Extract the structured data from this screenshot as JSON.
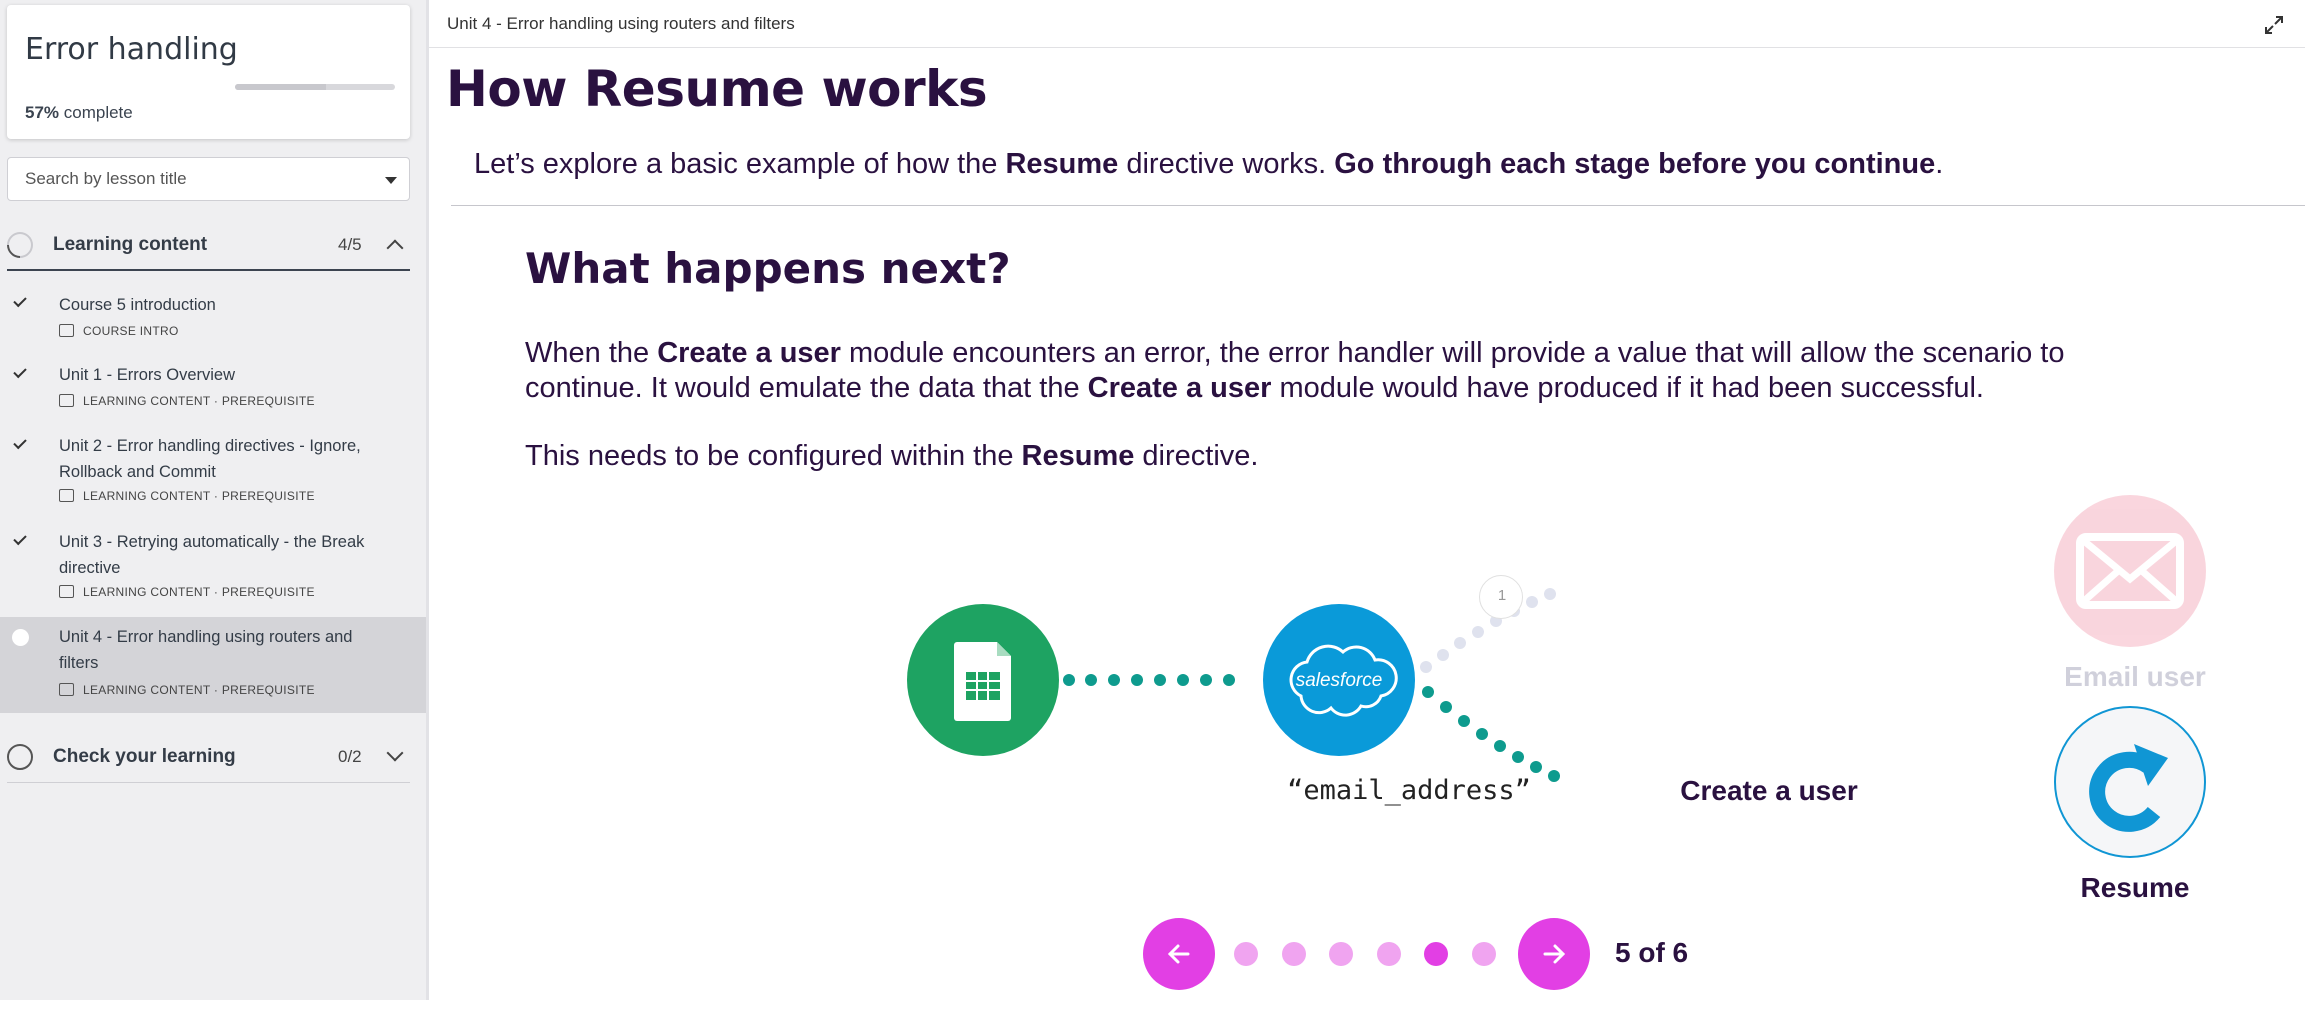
{
  "sidebar": {
    "course_title": "Error handling",
    "progress_percent": 57,
    "progress_value": "57%",
    "progress_suffix": " complete",
    "search_placeholder": "Search by lesson title",
    "sections": [
      {
        "label": "Learning content",
        "count": "4/5",
        "expanded": true,
        "lessons": [
          {
            "title": "Course 5 introduction",
            "meta": "COURSE INTRO",
            "completed": true
          },
          {
            "title": "Unit 1 - Errors Overview",
            "meta": "LEARNING CONTENT · PREREQUISITE",
            "completed": true
          },
          {
            "title": "Unit 2 - Error handling directives - Ignore, Rollback and Commit",
            "meta": "LEARNING CONTENT · PREREQUISITE",
            "completed": true
          },
          {
            "title": "Unit 3 - Retrying automatically - the Break directive",
            "meta": "LEARNING CONTENT · PREREQUISITE",
            "completed": true
          },
          {
            "title": "Unit 4 - Error handling using routers and filters",
            "meta": "LEARNING CONTENT · PREREQUISITE",
            "completed": false,
            "active": true
          }
        ]
      },
      {
        "label": "Check your learning",
        "count": "0/2",
        "expanded": false
      }
    ]
  },
  "main": {
    "topbar_title": "Unit 4 - Error handling using routers and filters",
    "page_title": "How Resume works",
    "intro": {
      "part1": "Let’s explore a basic example of how the ",
      "bold1": "Resume",
      "part2": " directive works. ",
      "bold2": "Go through each stage before you continue",
      "part3": "."
    },
    "stage": {
      "title": "What happens next?",
      "para1": {
        "part1": "When the ",
        "bold1": "Create a user",
        "part2": " module encounters an error, the error handler will provide a value that will allow the scenario to continue. It would emulate the data that the ",
        "bold2": "Create a user",
        "part3": " module would have produced if it had been successful."
      },
      "para2": {
        "part1": "This needs to be configured within the ",
        "bold1": "Resume",
        "part2": " directive."
      }
    },
    "diagram": {
      "sheets_label": "“email_address”",
      "sheets_badge": "1",
      "salesforce_text": "salesforce",
      "salesforce_label": "Create a user",
      "email_label": "Email user",
      "resume_label": "Resume",
      "colors": {
        "sheets": "#1ea362",
        "salesforce": "#0a9ad9",
        "email": "#f6c9cf",
        "connector": "#0e9b8e",
        "resume_icon": "#1096d4"
      }
    },
    "pager": {
      "prev_icon": "arrow-left-icon",
      "next_icon": "arrow-right-icon",
      "total": 6,
      "current": 5,
      "label": "5 of 6"
    }
  }
}
